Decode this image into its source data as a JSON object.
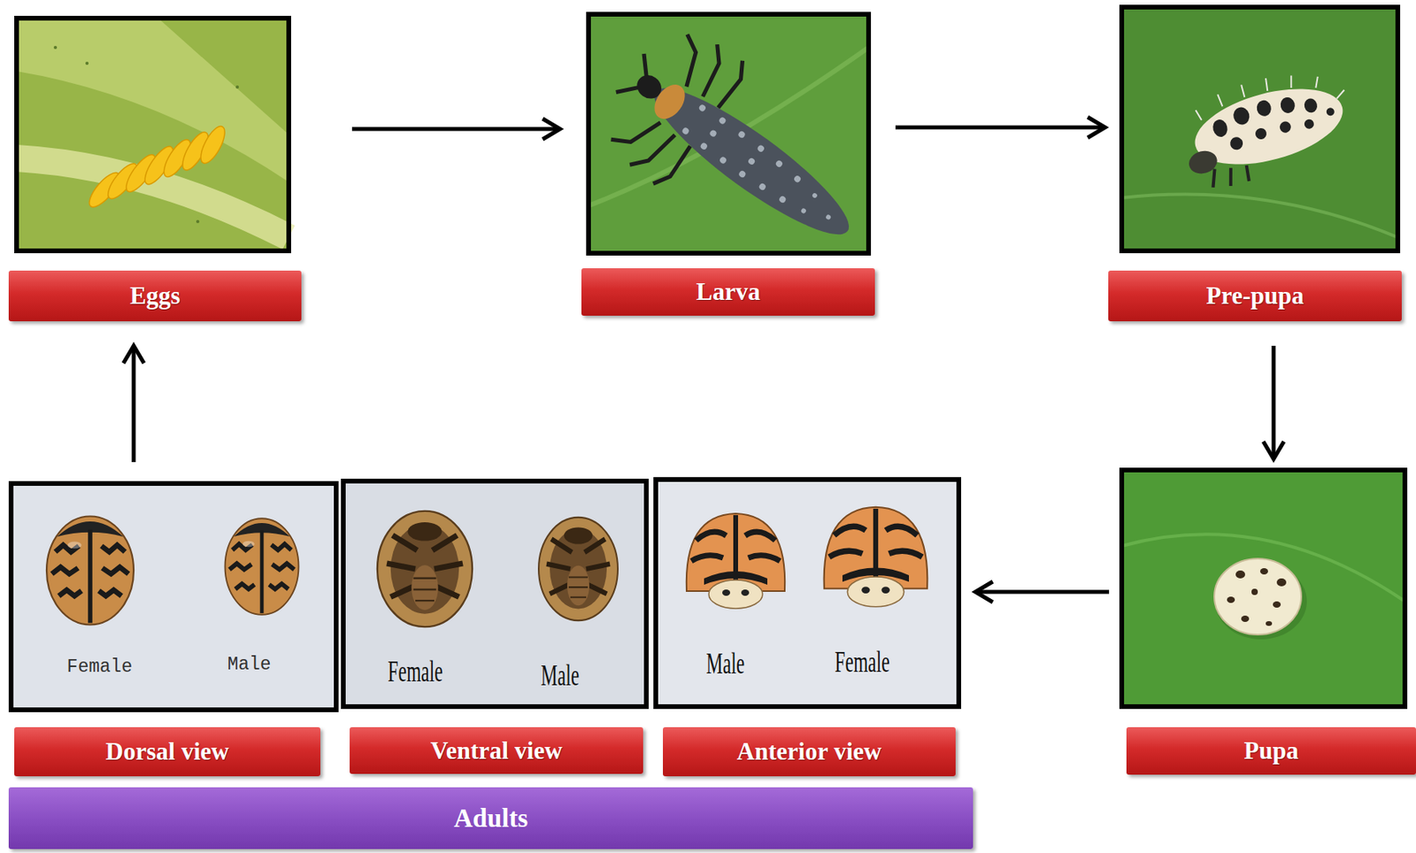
{
  "diagram": {
    "nodes": [
      {
        "text": [
          "Eggs"
        ]
      },
      {
        "text": [
          "Larva"
        ]
      },
      {
        "text": [
          "Pre-pupa"
        ]
      },
      {
        "text": [
          "Female",
          "Male",
          "Dorsal view"
        ]
      },
      {
        "text": [
          "Female",
          "Male",
          "Ventral view"
        ]
      },
      {
        "text": [
          "Male",
          "Female",
          "Anterior view"
        ]
      },
      {
        "text": [
          "Pupa"
        ]
      },
      {
        "text": [
          "Adults"
        ]
      }
    ],
    "edges": [
      {
        "from": 0,
        "to": 1,
        "arrow": "to"
      },
      {
        "from": 1,
        "to": 2,
        "arrow": "to"
      },
      {
        "from": 2,
        "to": 6,
        "arrow": "to"
      },
      {
        "from": 6,
        "to": 5,
        "arrow": "to"
      },
      {
        "from": 3,
        "to": 0,
        "arrow": "to"
      }
    ]
  }
}
